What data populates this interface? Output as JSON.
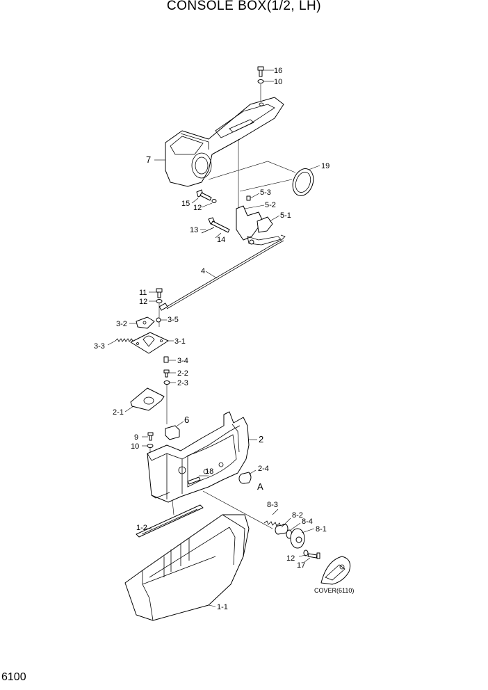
{
  "title": "CONSOLE BOX(1/2, LH)",
  "page_number": "6100",
  "labels": {
    "l16": "16",
    "l10a": "10",
    "l7": "7",
    "l19": "19",
    "l5_3": "5-3",
    "l15": "15",
    "l12a": "12",
    "l5_2": "5-2",
    "l5_1": "5-1",
    "l13": "13",
    "l14": "14",
    "l4": "4",
    "l11": "11",
    "l12b": "12",
    "l3_2": "3-2",
    "l3_5": "3-5",
    "l3_3": "3-3",
    "l3_1": "3-1",
    "l3_4": "3-4",
    "l2_2": "2-2",
    "l2_3": "2-3",
    "l2_1": "2-1",
    "l6": "6",
    "l2": "2",
    "l9": "9",
    "l10b": "10",
    "l2_4": "2-4",
    "l18": "18",
    "lA": "A",
    "l8_3": "8-3",
    "l1_2": "1-2",
    "l8_2": "8-2",
    "l8_4": "8-4",
    "l8_1": "8-1",
    "l12c": "12",
    "l17": "17",
    "cover": "COVER(6110)",
    "l1_1": "1-1"
  }
}
